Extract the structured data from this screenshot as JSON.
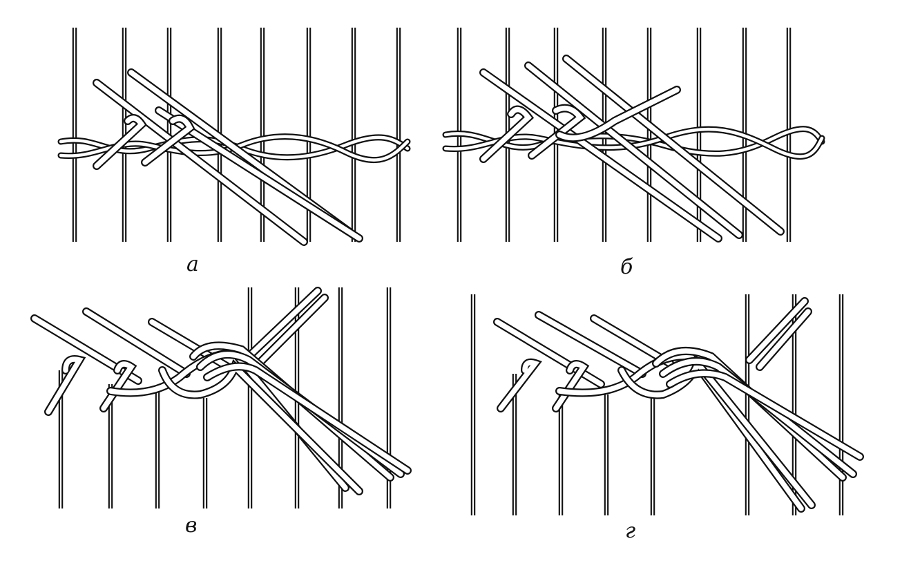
{
  "figure": {
    "panels": [
      {
        "id": "a",
        "label": "а"
      },
      {
        "id": "b",
        "label": "б"
      },
      {
        "id": "v",
        "label": "в"
      },
      {
        "id": "g",
        "label": "г"
      }
    ]
  },
  "colors": {
    "ink": "#111111",
    "paper": "#ffffff"
  }
}
